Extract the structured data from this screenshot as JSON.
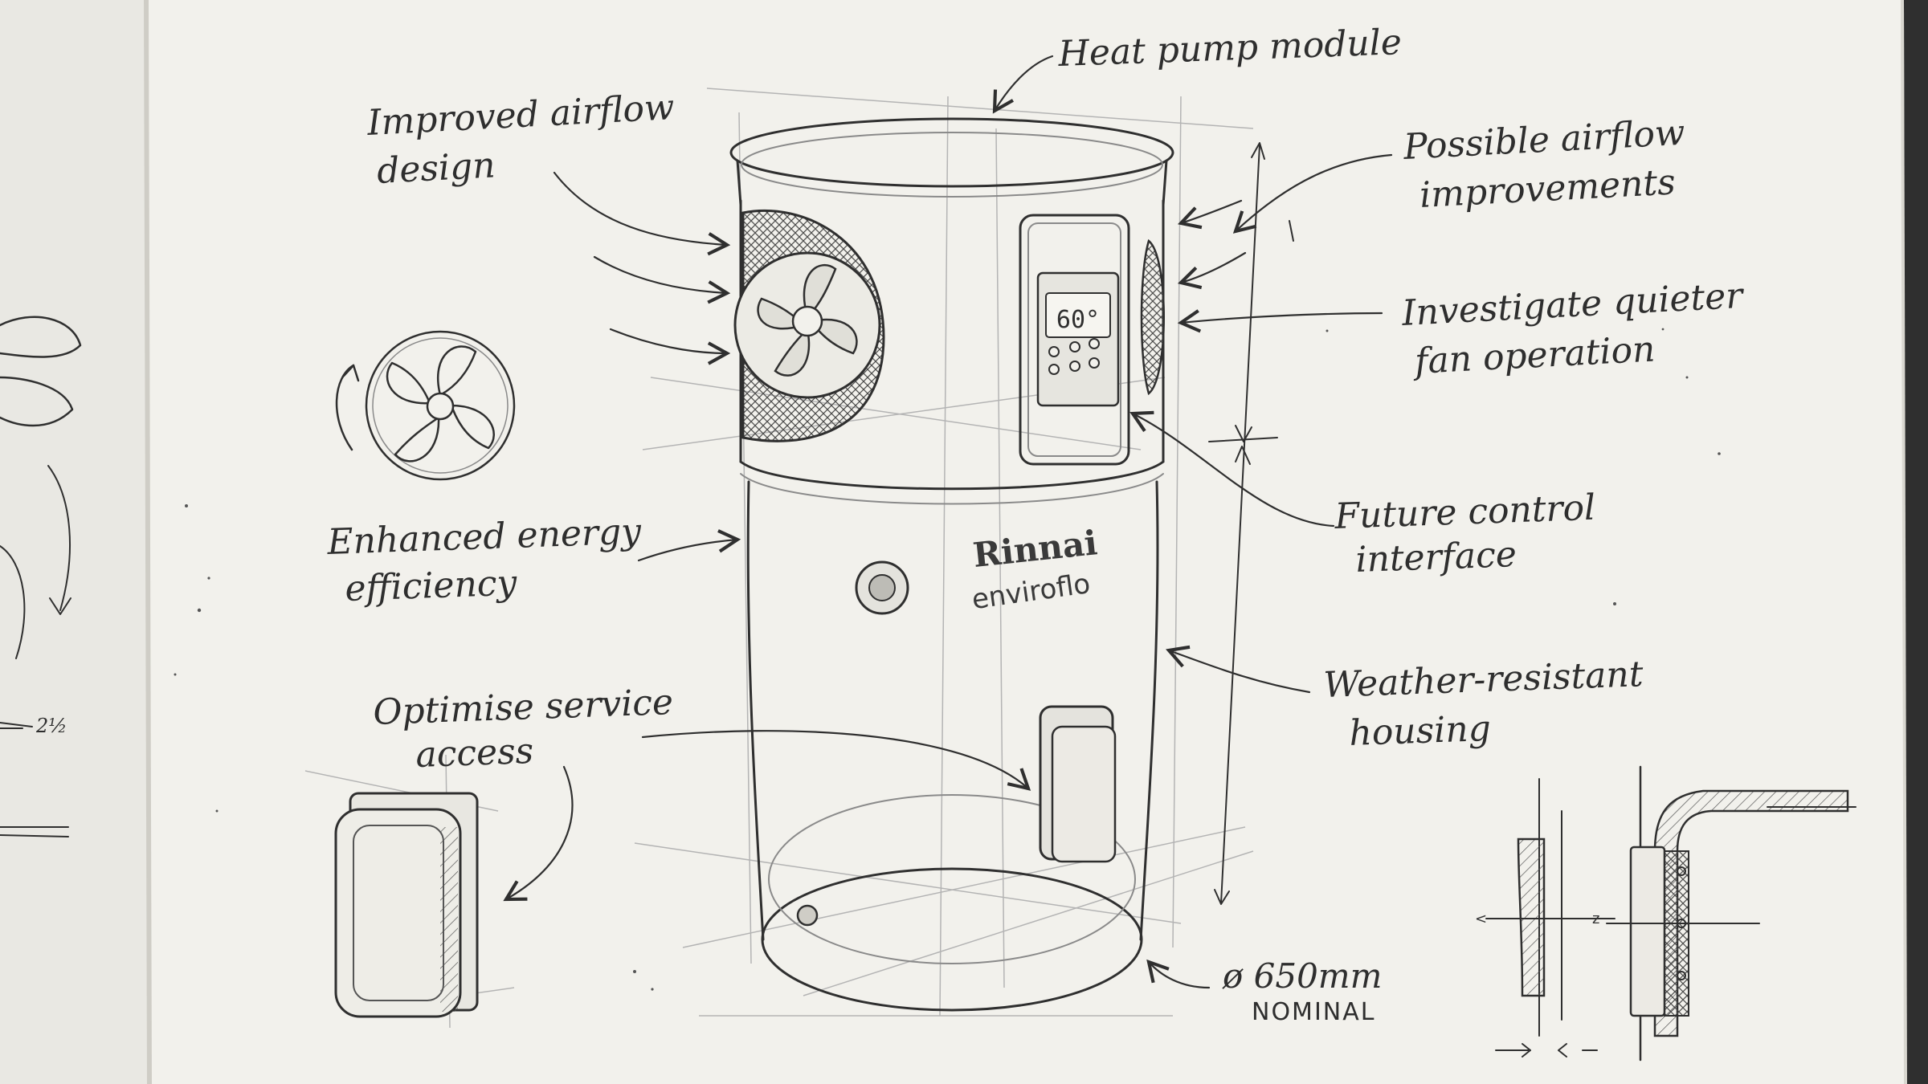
{
  "annotations": {
    "heat_pump": "Heat pump module",
    "airflow_design": [
      "Improved airflow",
      "design"
    ],
    "airflow_improvements": [
      "Possible airflow",
      "improvements"
    ],
    "quieter_fan": [
      "Investigate quieter",
      "fan operation"
    ],
    "energy": [
      "Enhanced energy",
      "efficiency"
    ],
    "control": [
      "Future control",
      "interface"
    ],
    "housing": [
      "Weather-resistant",
      "housing"
    ],
    "service": [
      "Optimise service",
      "access"
    ],
    "diameter": "ø 650mm",
    "nominal": "NOMINAL"
  },
  "product": {
    "brand": "Rinnai",
    "model": "enviroflo",
    "display": "60°"
  },
  "margin_marks": {
    "dimension": "2½"
  },
  "colors": {
    "paper": "#f2f1ec",
    "ink": "#2f2f2f",
    "background": "#3a3a3a"
  }
}
